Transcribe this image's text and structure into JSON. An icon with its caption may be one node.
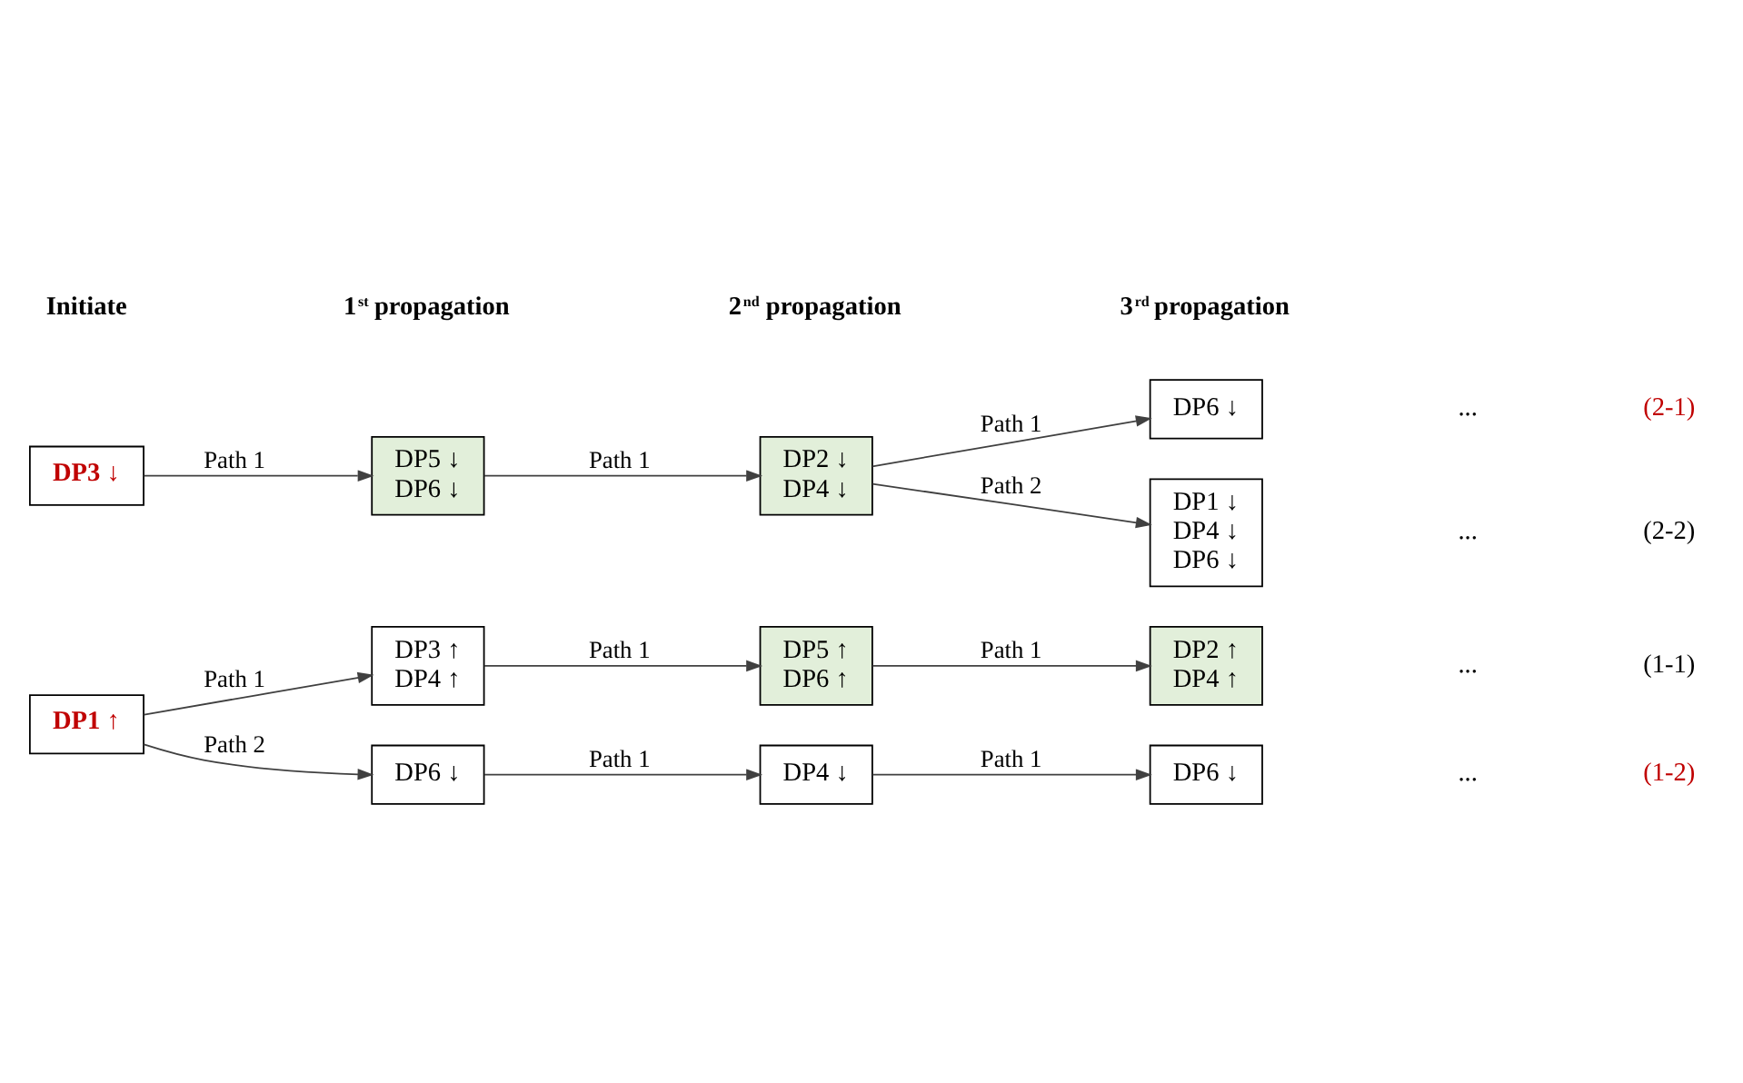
{
  "diagram": {
    "nodes": [
      {
        "text": [
          "DP1 ↑"
        ]
      },
      {
        "text": [
          "DP3 ↑",
          "DP4 ↑"
        ]
      },
      {
        "text": [
          "DP6 ↓"
        ]
      },
      {
        "text": [
          "DP5 ↑",
          "DP6 ↑"
        ]
      },
      {
        "text": [
          "DP4 ↓"
        ]
      },
      {
        "text": [
          "DP2 ↑",
          "DP4 ↑"
        ]
      },
      {
        "text": [
          "DP6 ↓"
        ]
      },
      {
        "text": [
          "DP3 ↓"
        ]
      },
      {
        "text": [
          "DP5 ↓",
          "DP6 ↓"
        ]
      },
      {
        "text": [
          "DP2 ↓",
          "DP4 ↓"
        ]
      },
      {
        "text": [
          "DP6 ↓"
        ]
      },
      {
        "text": [
          "DP1 ↓",
          "DP4 ↓",
          "DP6 ↓"
        ]
      }
    ],
    "edges": [
      {
        "from": 0,
        "to": 1,
        "arrow": "to",
        "label": "Path 1"
      },
      {
        "from": 0,
        "to": 2,
        "arrow": "to",
        "label": "Path 2"
      },
      {
        "from": 1,
        "to": 3,
        "arrow": "to",
        "label": "Path 1"
      },
      {
        "from": 3,
        "to": 5,
        "arrow": "to",
        "label": "Path 1"
      },
      {
        "from": 2,
        "to": 4,
        "arrow": "to",
        "label": "Path 1"
      },
      {
        "from": 4,
        "to": 6,
        "arrow": "to",
        "label": "Path 1"
      },
      {
        "from": 7,
        "to": 8,
        "arrow": "to",
        "label": "Path 1"
      },
      {
        "from": 8,
        "to": 9,
        "arrow": "to",
        "label": "Path 1"
      },
      {
        "from": 9,
        "to": 10,
        "arrow": "to",
        "label": "Path 1"
      },
      {
        "from": 9,
        "to": 11,
        "arrow": "to",
        "label": "Path 2"
      }
    ],
    "labels": [
      "Initiate",
      "1$^{st}$ propagation",
      "2$^{nd}$ propagation",
      "3$^{rd}$ propagation",
      "...",
      "(1-1)",
      "...",
      "(1-2)",
      "...",
      "(2-1)",
      "...",
      "(2-2)"
    ]
  }
}
